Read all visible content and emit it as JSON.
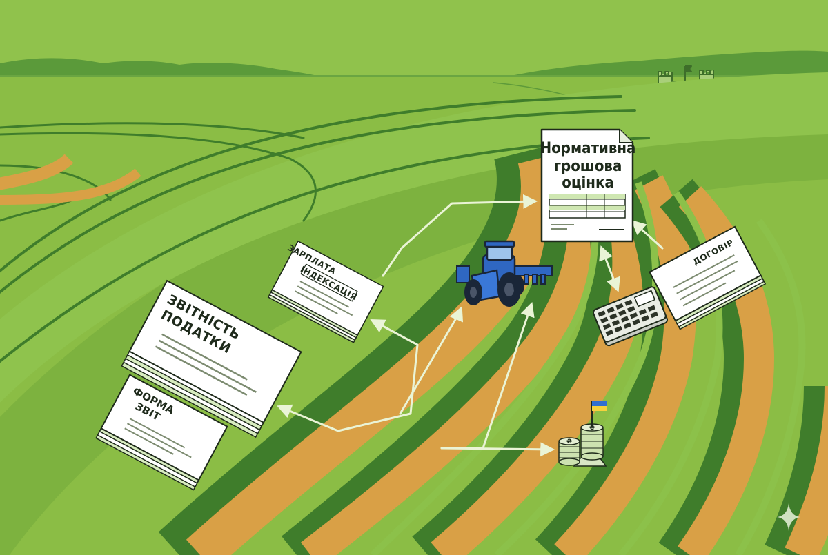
{
  "main_document": {
    "line1": "Нормативна",
    "line2": "грошова",
    "line3": "оцінка"
  },
  "salary_stack": {
    "label_top": "ЗАРПЛАТА",
    "label_bottom": "ІНДЕКСАЦІЯ"
  },
  "tax_stack": {
    "label_top": "ЗВІТНІСТЬ",
    "label_bottom": "ПОДАТКИ"
  },
  "form_stack": {
    "label_top": "ФОРМА",
    "label_bottom": "ЗВІТ"
  },
  "contract_stack": {
    "label": "ДОГОВІР"
  },
  "coins": {
    "symbol": "₴"
  },
  "colors": {
    "sky_field": "#8bbd45",
    "field_light": "#8cc14a",
    "field_dark": "#3f7d2b",
    "soil": "#d9a046",
    "tractor": "#2f67c2",
    "paper": "#ffffff",
    "paper_green": "#d8ecc0",
    "outline": "#1e2a1b",
    "arrow": "#eaf4d6"
  }
}
